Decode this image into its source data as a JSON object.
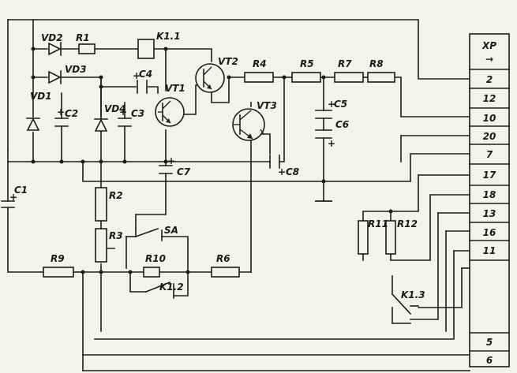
{
  "components": {
    "vd1": "VD1",
    "vd2": "VD2",
    "vd3": "VD3",
    "vd4": "VD4",
    "r1": "R1",
    "r2": "R2",
    "r3": "R3",
    "r4": "R4",
    "r5": "R5",
    "r6": "R6",
    "r7": "R7",
    "r8": "R8",
    "r9": "R9",
    "r10": "R10",
    "r11": "R11",
    "r12": "R12",
    "c1": "C1",
    "c2": "C2",
    "c3": "C3",
    "c4": "C4",
    "c5": "C5",
    "c6": "C6",
    "c7": "C7",
    "c8": "C8",
    "vt1": "VT1",
    "vt2": "VT2",
    "vt3": "VT3",
    "k11": "K1.1",
    "k12": "K1.2",
    "k13": "K1.3",
    "sa": "SA"
  },
  "polarity": {
    "plus": "+"
  },
  "connector": {
    "name": "XP",
    "arrow": "→",
    "pins": [
      "2",
      "12",
      "10",
      "20",
      "7",
      "17",
      "18",
      "13",
      "16",
      "11",
      "",
      "5",
      "6"
    ]
  }
}
